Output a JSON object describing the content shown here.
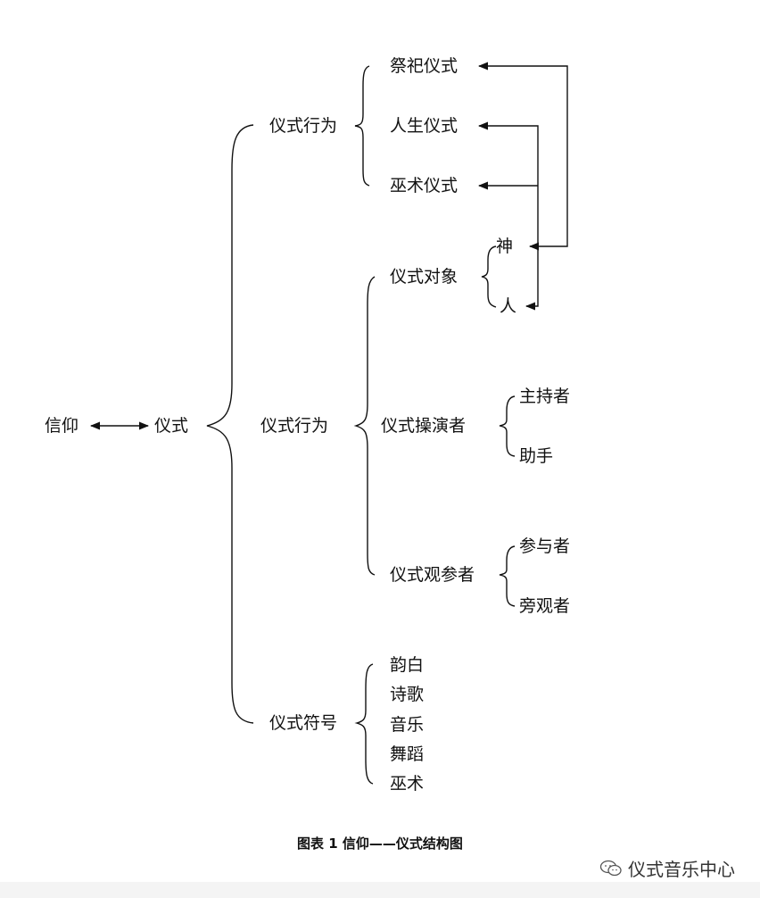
{
  "nodes": {
    "belief": "信仰",
    "ritual": "仪式",
    "ritual_behavior_1": "仪式行为",
    "sacrifice_ritual": "祭祀仪式",
    "life_ritual": "人生仪式",
    "witchcraft_ritual": "巫术仪式",
    "ritual_behavior_2": "仪式行为",
    "ritual_object": "仪式对象",
    "god": "神",
    "human": "人",
    "ritual_operator": "仪式操演者",
    "host": "主持者",
    "assistant": "助手",
    "ritual_observer": "仪式观参者",
    "participant": "参与者",
    "bystander": "旁观者",
    "ritual_symbol": "仪式符号",
    "rhyme_recitation": "韵白",
    "poetry_song": "诗歌",
    "music": "音乐",
    "dance": "舞蹈",
    "witchcraft": "巫术"
  },
  "caption": "图表 1    信仰——仪式结构图",
  "watermark": {
    "icon": "wechat-icon",
    "text": "仪式音乐中心"
  }
}
